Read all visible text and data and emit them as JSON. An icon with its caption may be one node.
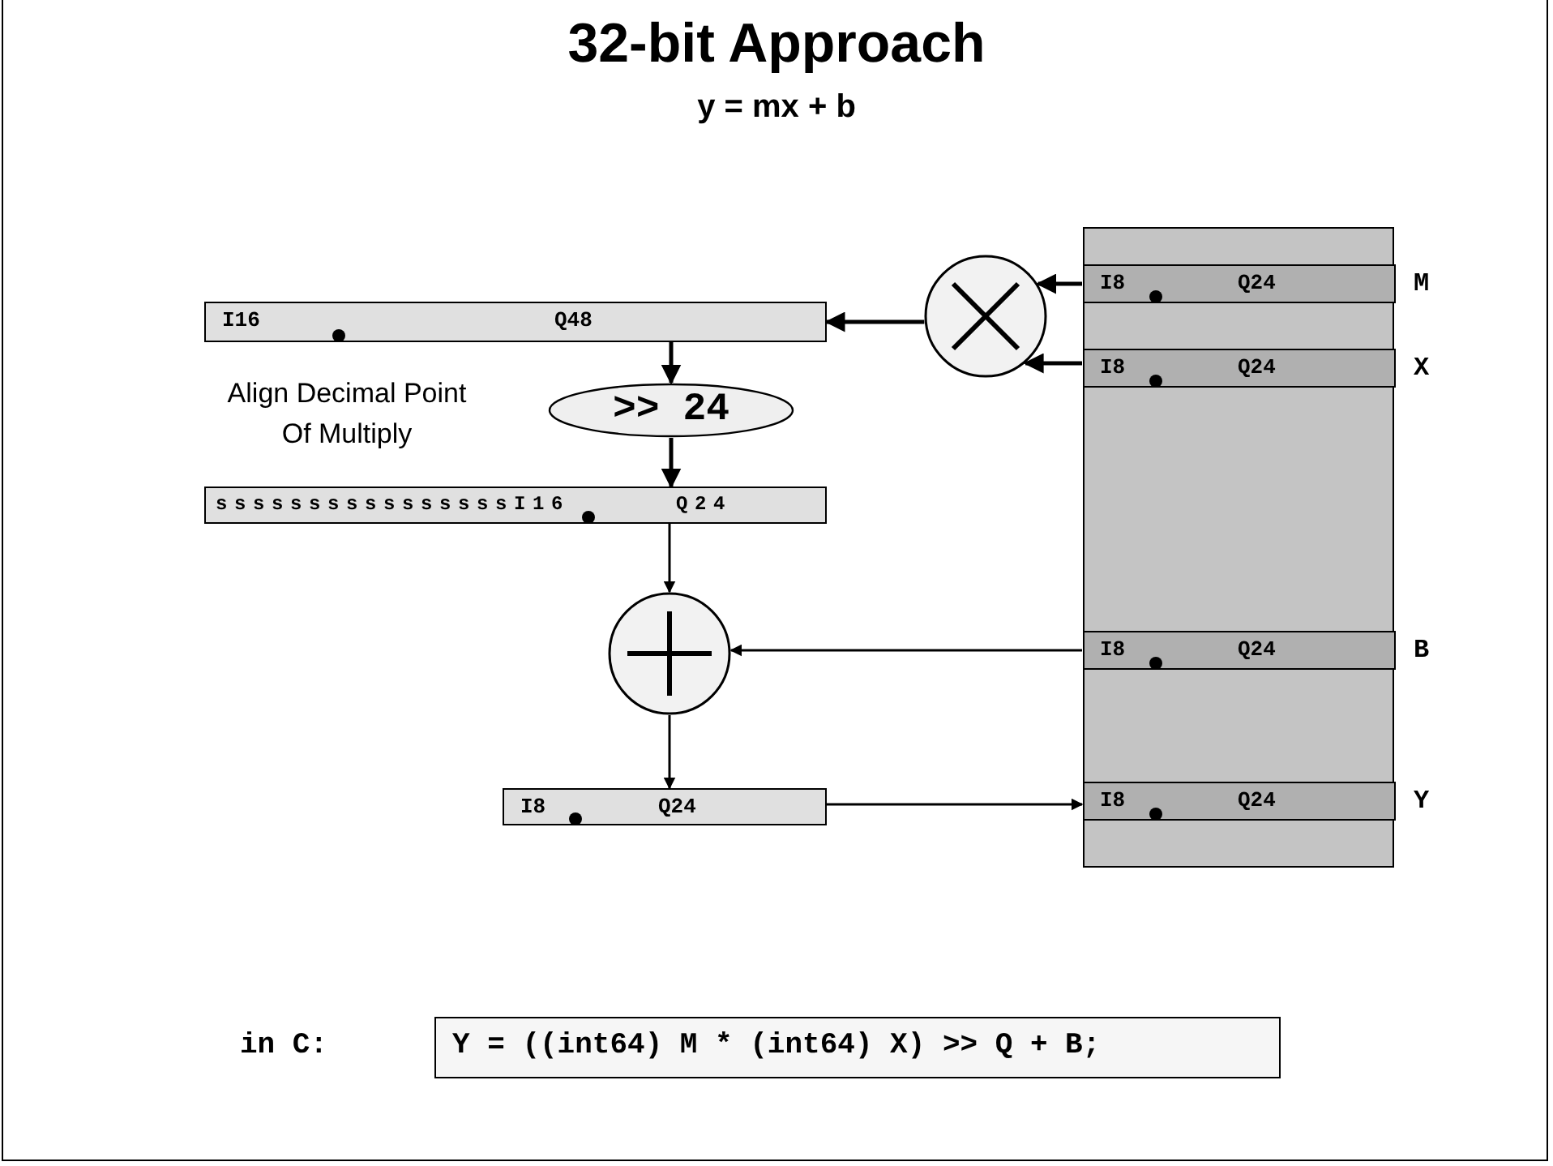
{
  "diagram": {
    "title": "32-bit Approach",
    "nodes": [
      {
        "text": [],
        "shape": "box"
      },
      {
        "text": [
          "I8",
          "Q24"
        ],
        "beside": [
          "M"
        ],
        "in": 0
      },
      {
        "text": [
          "I8",
          "Q24"
        ],
        "beside": [
          "X"
        ],
        "in": 0
      },
      {
        "text": [
          "I8",
          "Q24"
        ],
        "beside": [
          "B"
        ],
        "in": 0
      },
      {
        "text": [
          "I8",
          "Q24"
        ],
        "beside": [
          "Y"
        ],
        "in": 0
      },
      {
        "text": [],
        "shape": "circle"
      },
      {
        "text": [
          "I16",
          "Q48"
        ]
      },
      {
        "text": [
          ">> 24"
        ]
      },
      {
        "text": [
          "ssssssssssssssssI16",
          "Q24"
        ]
      },
      {
        "text": [],
        "shape": "circle"
      },
      {
        "text": [
          "I8",
          "Q24"
        ]
      },
      {
        "text": [
          "Y = ((int64) M * (int64) X) >> Q + B;"
        ],
        "beside": [
          "in C:"
        ]
      }
    ],
    "edges": [
      {
        "from": 1,
        "to": 5,
        "arrow": "to"
      },
      {
        "from": 2,
        "to": 5,
        "arrow": "to"
      },
      {
        "from": 5,
        "to": 6,
        "arrow": "to"
      },
      {
        "from": 6,
        "to": 7,
        "arrow": "to"
      },
      {
        "from": 7,
        "to": 8,
        "arrow": "to"
      },
      {
        "from": 8,
        "to": 9,
        "arrow": "to"
      },
      {
        "from": 3,
        "to": 9,
        "arrow": "to"
      },
      {
        "from": 9,
        "to": 10,
        "arrow": "to"
      },
      {
        "from": 10,
        "to": 4,
        "arrow": "to"
      }
    ],
    "labels": [
      "y = mx + b",
      "Align Decimal Point Of Multiply"
    ]
  }
}
